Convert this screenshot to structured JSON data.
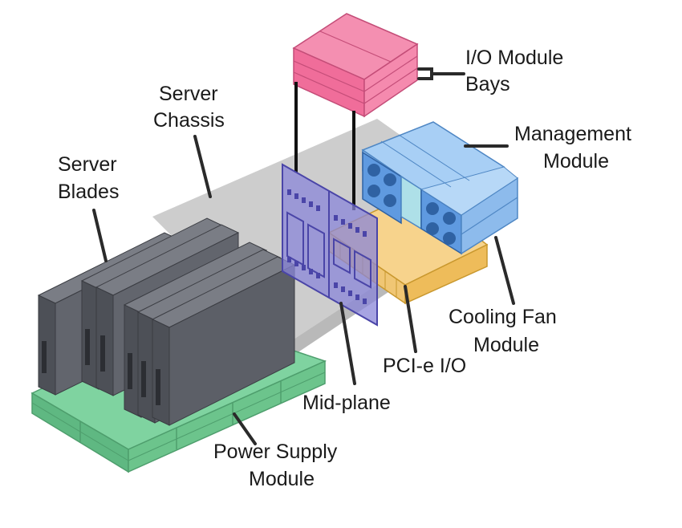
{
  "labels": {
    "io_module_bays": [
      "I/O Module",
      "Bays"
    ],
    "server_chassis": [
      "Server",
      "Chassis"
    ],
    "management_module": [
      "Management",
      "Module"
    ],
    "server_blades": [
      "Server",
      "Blades"
    ],
    "cooling_fan_module": [
      "Cooling Fan",
      "Module"
    ],
    "pcie_io": [
      "PCI-e I/O"
    ],
    "mid_plane": [
      "Mid-plane"
    ],
    "power_supply_module": [
      "Power Supply",
      "Module"
    ]
  },
  "colors": {
    "chassis": "#b5b5b5",
    "blades": "#55585f",
    "power_supply": "#6cc48c",
    "midplane": "#8a86d8",
    "io_bays": "#f07098",
    "fans": "#7fb2e8",
    "pcie": "#f0c674"
  }
}
